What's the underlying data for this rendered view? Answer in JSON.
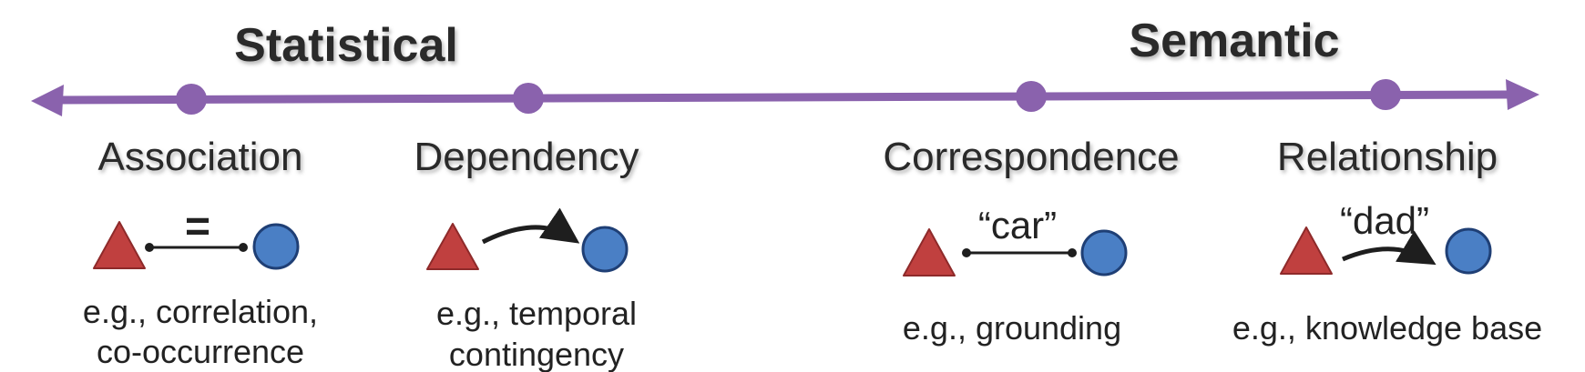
{
  "headings": {
    "left": "Statistical",
    "right": "Semantic"
  },
  "colors": {
    "axis": "#8a62ad",
    "triangle_fill": "#c0403f",
    "triangle_stroke": "#8e2a2a",
    "circle_fill": "#4a7fc5",
    "circle_stroke": "#1f3f75",
    "connector": "#1e1e1e"
  },
  "concepts": [
    {
      "id": "association",
      "title": "Association",
      "link_type": "line",
      "link_label": "=",
      "example_lines": [
        "e.g., correlation,",
        "co-occurrence"
      ]
    },
    {
      "id": "dependency",
      "title": "Dependency",
      "link_type": "arrow",
      "link_label": "",
      "example_lines": [
        "e.g., temporal",
        "contingency"
      ]
    },
    {
      "id": "correspondence",
      "title": "Correspondence",
      "link_type": "line",
      "link_label": "“car”",
      "example_lines": [
        "e.g., grounding"
      ]
    },
    {
      "id": "relationship",
      "title": "Relationship",
      "link_type": "arrow",
      "link_label": "“dad”",
      "example_lines": [
        "e.g., knowledge base"
      ]
    }
  ]
}
